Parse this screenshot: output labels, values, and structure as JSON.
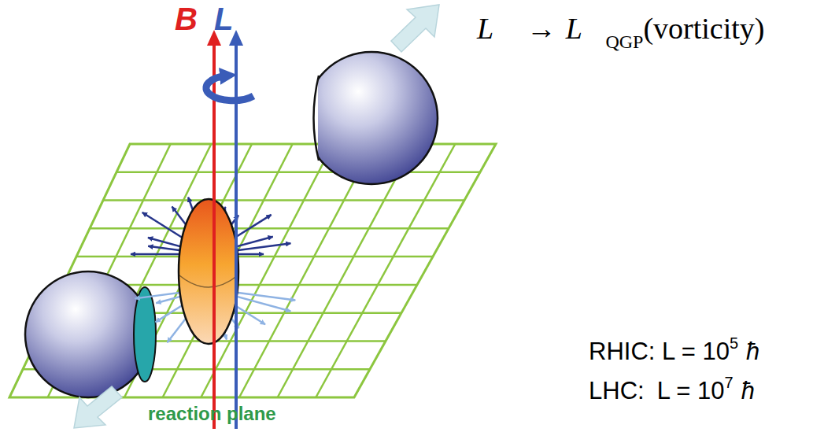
{
  "diagram": {
    "labels": [
      "B",
      "L",
      "L⃗",
      "→",
      "L⃗",
      "QGP",
      "(vorticity)",
      "RHIC: L = 10",
      "5",
      "ħ",
      "LHC:",
      "L = 10",
      "7",
      "ħ",
      "reaction plane"
    ]
  }
}
